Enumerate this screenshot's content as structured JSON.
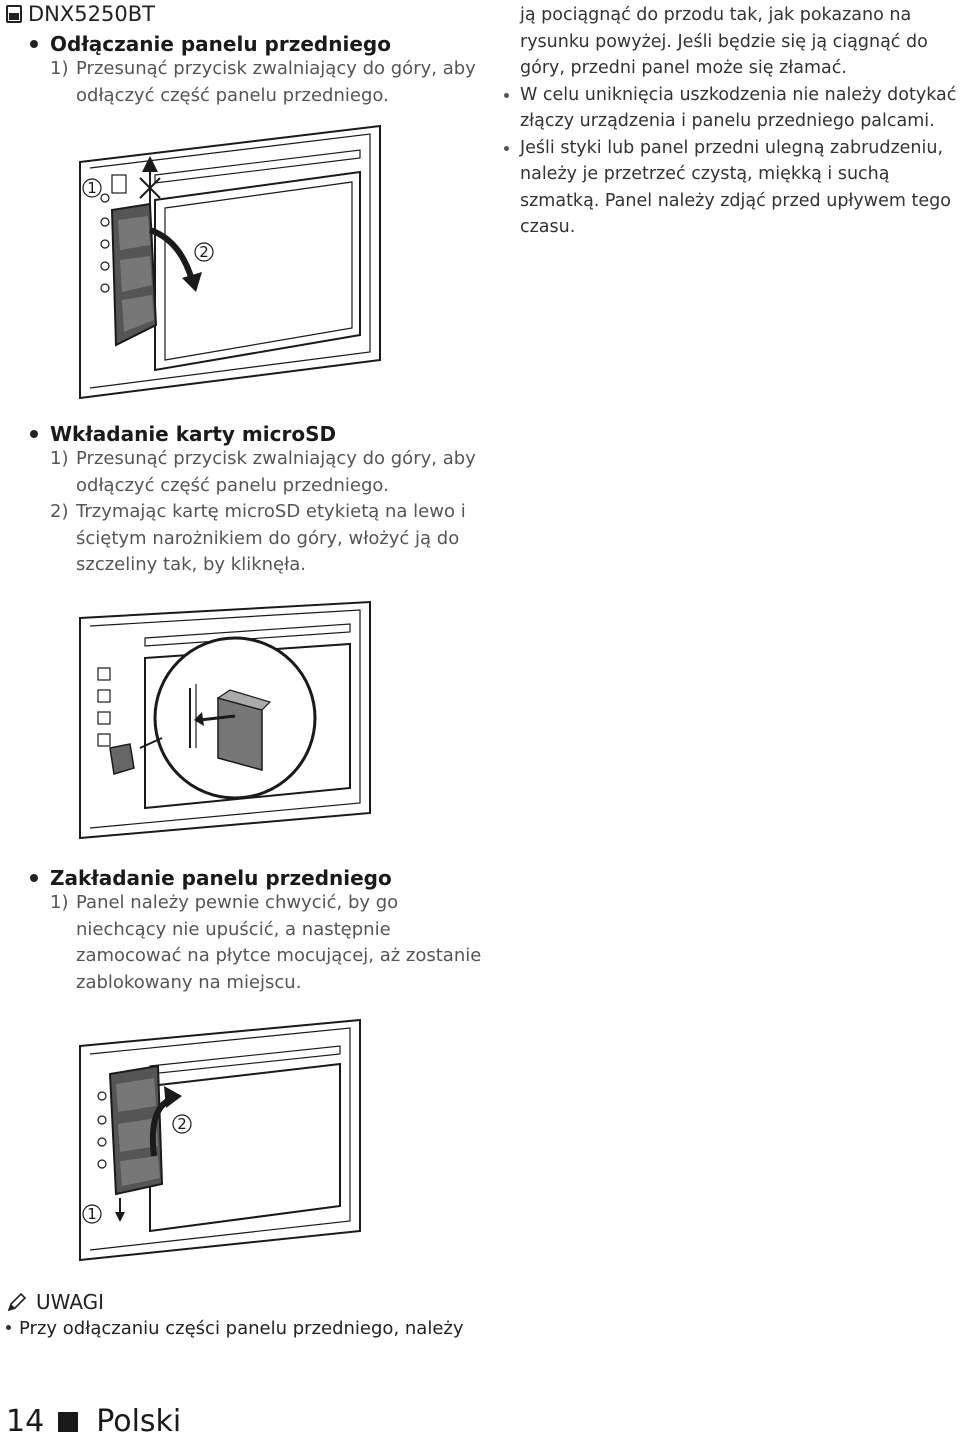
{
  "header": {
    "model": "DNX5250BT"
  },
  "sections": [
    {
      "title": "Odłączanie panelu przedniego",
      "steps": [
        {
          "num": "1)",
          "lines": [
            "Przesunąć przycisk zwalniający do góry, aby",
            "odłączyć część panelu przedniego."
          ]
        }
      ]
    },
    {
      "title": "Wkładanie karty microSD",
      "steps": [
        {
          "num": "1)",
          "lines": [
            "Przesunąć przycisk zwalniający do góry, aby",
            "odłączyć część panelu przedniego."
          ]
        },
        {
          "num": "2)",
          "lines": [
            "Trzymając kartę microSD etykietą na lewo i",
            "ściętym narożnikiem do góry, włożyć ją do",
            "szczeliny tak, by kliknęła."
          ]
        }
      ]
    },
    {
      "title": "Zakładanie panelu przedniego",
      "steps": [
        {
          "num": "1)",
          "lines": [
            "Panel należy pewnie chwycić, by go",
            "niechcący nie upuścić, a następnie",
            "zamocować na płytce mocującej, aż zostanie",
            "zablokowany na miejscu."
          ]
        }
      ]
    }
  ],
  "right_column": {
    "continuation": [
      "ją pociągnąć do przodu tak, jak pokazano na",
      "rysunku powyżej. Jeśli będzie się ją ciągnąć do",
      "góry, przedni panel może się złamać."
    ],
    "bullets": [
      [
        "W celu uniknięcia uszkodzenia nie należy dotykać",
        "złączy urządzenia i panelu przedniego palcami."
      ],
      [
        "Jeśli styki lub panel przedni ulegną zabrudzeniu,",
        "należy je przetrzeć czystą, miękką i suchą",
        "szmatką. Panel należy zdjąć przed upływem tego",
        "czasu."
      ]
    ]
  },
  "figure_labels": {
    "step1": "1",
    "step2": "2"
  },
  "note": {
    "title": "UWAGI",
    "text": "Przy odłączaniu części panelu przedniego, należy"
  },
  "footer": {
    "page": "14",
    "language": "Polski"
  }
}
